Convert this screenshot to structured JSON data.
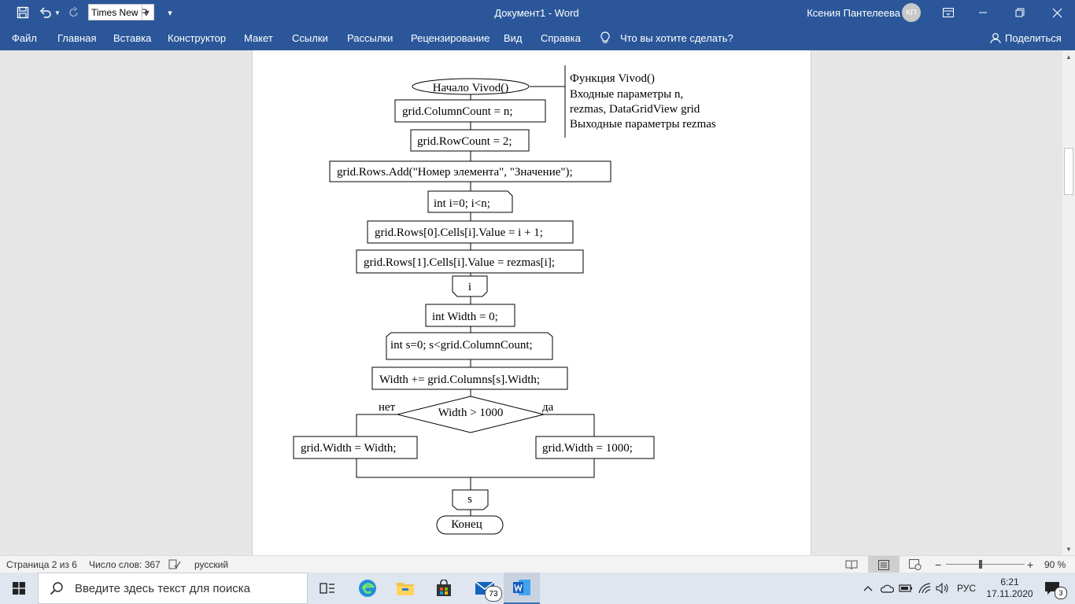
{
  "titlebar": {
    "doc_title": "Документ1  -  Word",
    "font_name": "Times New R",
    "user_name": "Ксения Пантелеева",
    "user_initials": "КП"
  },
  "ribbon": {
    "tabs": [
      "Файл",
      "Главная",
      "Вставка",
      "Конструктор",
      "Макет",
      "Ссылки",
      "Рассылки",
      "Рецензирование",
      "Вид",
      "Справка"
    ],
    "tell_me": "Что вы хотите сделать?",
    "share": "Поделиться"
  },
  "flowchart": {
    "start": "Начало Vivod()",
    "comment": [
      "Функция Vivod()",
      "Входные параметры n,",
      "rezmas, DataGridView grid",
      "Выходные параметры rezmas"
    ],
    "step1": "grid.ColumnCount = n;",
    "step2": "grid.RowCount = 2;",
    "step3": "grid.Rows.Add(\"Номер элемента\", \"Значение\");",
    "loop1_start": "int i=0; i<n;",
    "step4": "grid.Rows[0].Cells[i].Value = i + 1;",
    "step5": "grid.Rows[1].Cells[i].Value = rezmas[i];",
    "loop1_end": "i",
    "step6": "int Width = 0;",
    "loop2_start": "int s=0; s<grid.ColumnCount;",
    "step7": "Width += grid.Columns[s].Width;",
    "condition": "Width > 1000",
    "branch_no": "нет",
    "branch_yes": "да",
    "no_action": "grid.Width = Width;",
    "yes_action": "grid.Width = 1000;",
    "loop2_end": "s",
    "end": "Конец"
  },
  "statusbar": {
    "page": "Страница 2 из 6",
    "words": "Число слов: 367",
    "language": "русский",
    "zoom": "90 %",
    "zoom_level": 0.9
  },
  "taskbar": {
    "search_placeholder": "Введите здесь текст для поиска",
    "mail_badge": "73",
    "ime": "РУС",
    "time": "6:21",
    "date": "17.11.2020",
    "notifications": "3"
  },
  "colors": {
    "word_blue": "#2b579a",
    "taskbar": "#dfe6ef"
  }
}
